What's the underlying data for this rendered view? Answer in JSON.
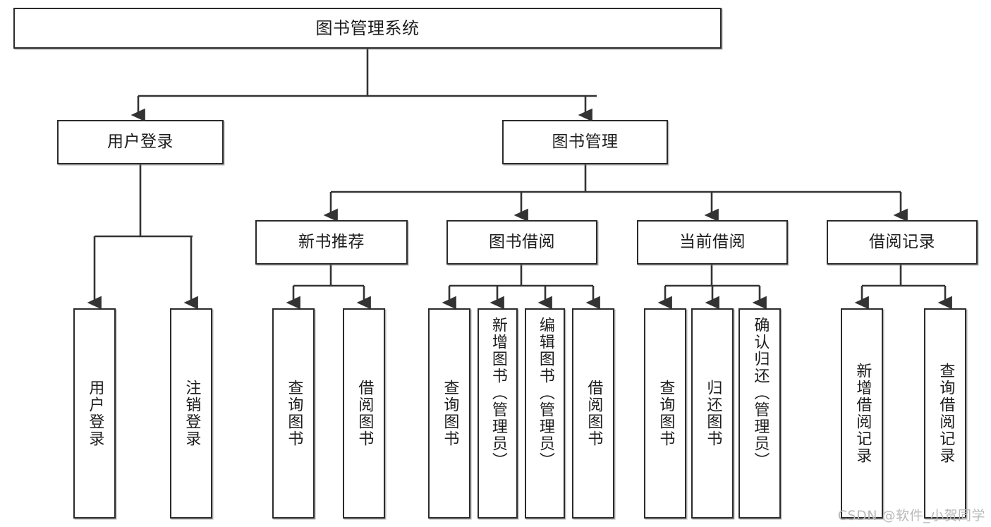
{
  "diagram": {
    "title": "图书管理系统",
    "type": "tree",
    "watermark": "CSDN @软件_小贺同学",
    "colors": {
      "box_border": "#2b2b2b",
      "box_fill": "#ffffff",
      "connector": "#333333",
      "text": "#1d1d1d",
      "watermark": "#b9b9b9"
    },
    "root": {
      "label": "图书管理系统"
    },
    "level2": [
      {
        "label": "用户登录"
      },
      {
        "label": "图书管理"
      }
    ],
    "level3": [
      {
        "label": "新书推荐"
      },
      {
        "label": "图书借阅"
      },
      {
        "label": "当前借阅"
      },
      {
        "label": "借阅记录"
      }
    ],
    "leaves": {
      "user_login": [
        {
          "label": "用户登录"
        },
        {
          "label": "注销登录"
        }
      ],
      "new_book": [
        {
          "label": "查询图书"
        },
        {
          "label": "借阅图书"
        }
      ],
      "borrow_book": [
        {
          "label": "查询图书"
        },
        {
          "label": "新增图书（管理员）"
        },
        {
          "label": "编辑图书（管理员）"
        },
        {
          "label": "借阅图书"
        }
      ],
      "current_borrow": [
        {
          "label": "查询图书"
        },
        {
          "label": "归还图书"
        },
        {
          "label": "确认归还（管理员）"
        }
      ],
      "borrow_record": [
        {
          "label": "新增借阅记录"
        },
        {
          "label": "查询借阅记录"
        }
      ]
    }
  }
}
